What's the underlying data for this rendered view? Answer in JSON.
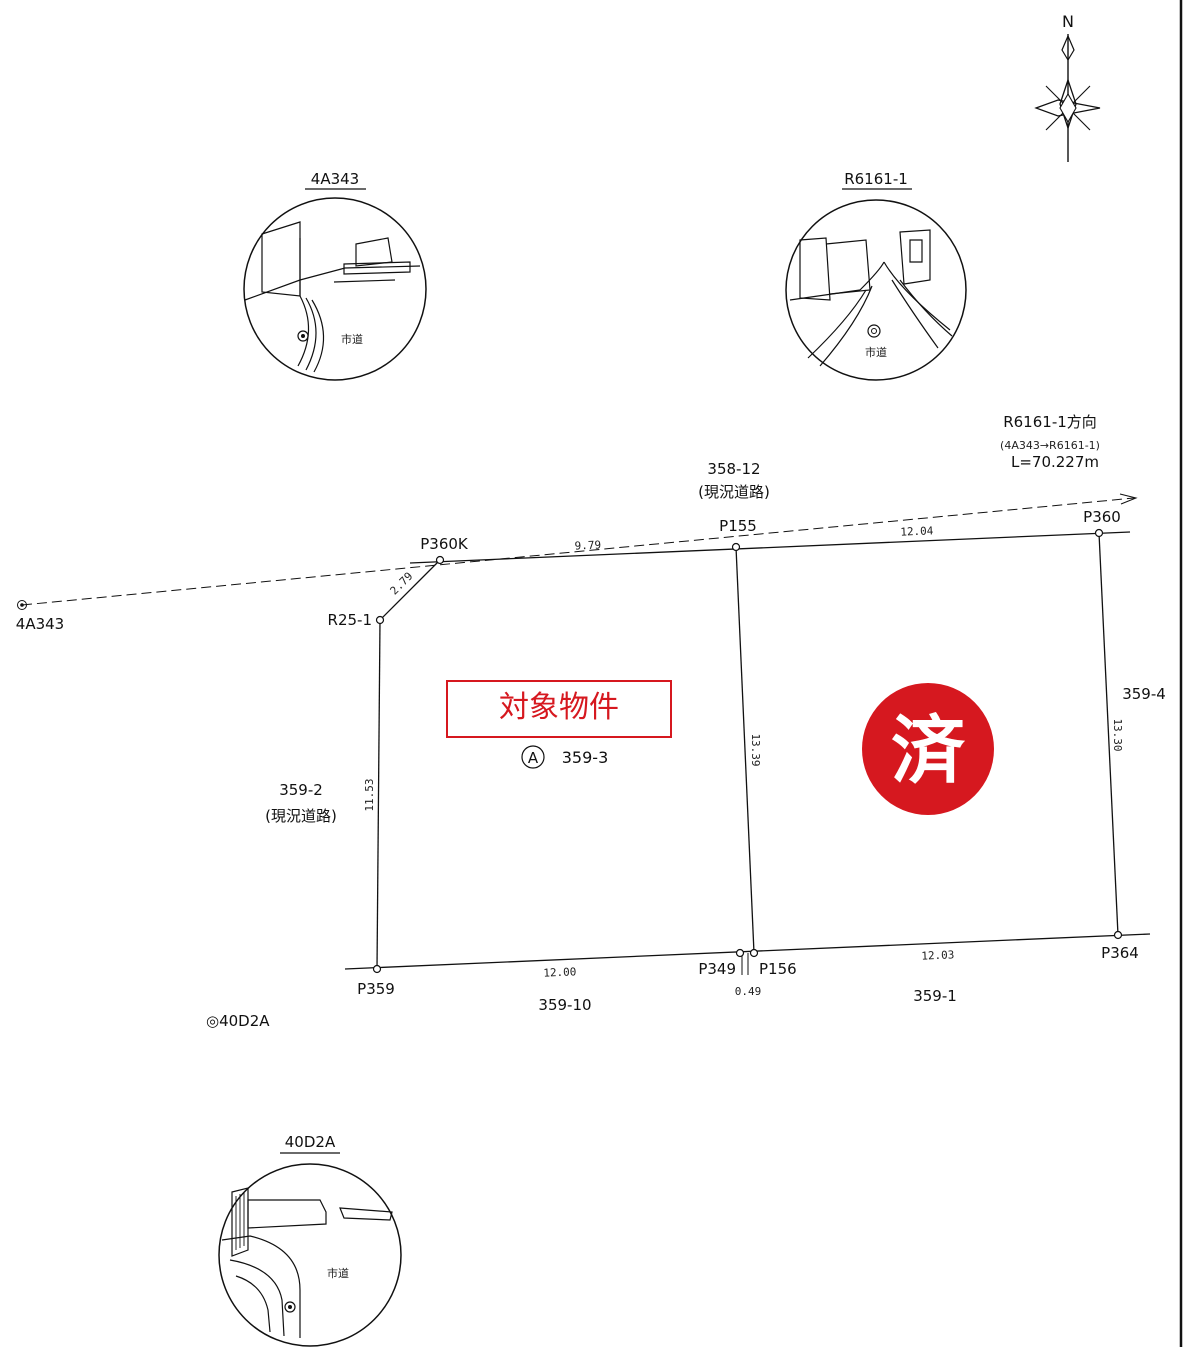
{
  "colors": {
    "line": "#111111",
    "accent_red": "#d6181f",
    "white": "#ffffff"
  },
  "north": {
    "label": "N"
  },
  "photos": [
    {
      "id": "4A343",
      "title": "4A343",
      "road_label": "市道"
    },
    {
      "id": "R6161-1",
      "title": "R6161-1",
      "road_label": "市道"
    },
    {
      "id": "40D2A",
      "title": "40D2A",
      "road_label": "市道"
    }
  ],
  "direction": {
    "title": "R6161-1方向",
    "subtitle": "(4A343→R6161-1)",
    "length": "L=70.227m"
  },
  "reference_points": {
    "left": "4A343",
    "bottom": "◎40D2A"
  },
  "points": {
    "p360k": "P360K",
    "p155": "P155",
    "p360": "P360",
    "r25_1": "R25-1",
    "p359": "P359",
    "p349": "P349",
    "p156": "P156",
    "p364": "P364"
  },
  "dimensions": {
    "top_left": "9.79",
    "top_right": "12.04",
    "diagonal": "2.79",
    "left": "11.53",
    "middle": "13.39",
    "right": "13.30",
    "bottom_left": "12.00",
    "bottom_right": "12.03",
    "bottom_gap": "0.49"
  },
  "parcels": {
    "north_road_number": "358-12",
    "north_road_note": "(現況道路)",
    "west_road_number": "359-2",
    "west_road_note": "(現況道路)",
    "east": "359-4",
    "south_left": "359-10",
    "south_right": "359-1",
    "subject_marker": "A",
    "subject_number": "359-3"
  },
  "subject_label": "対象物件",
  "sold_badge": "済"
}
